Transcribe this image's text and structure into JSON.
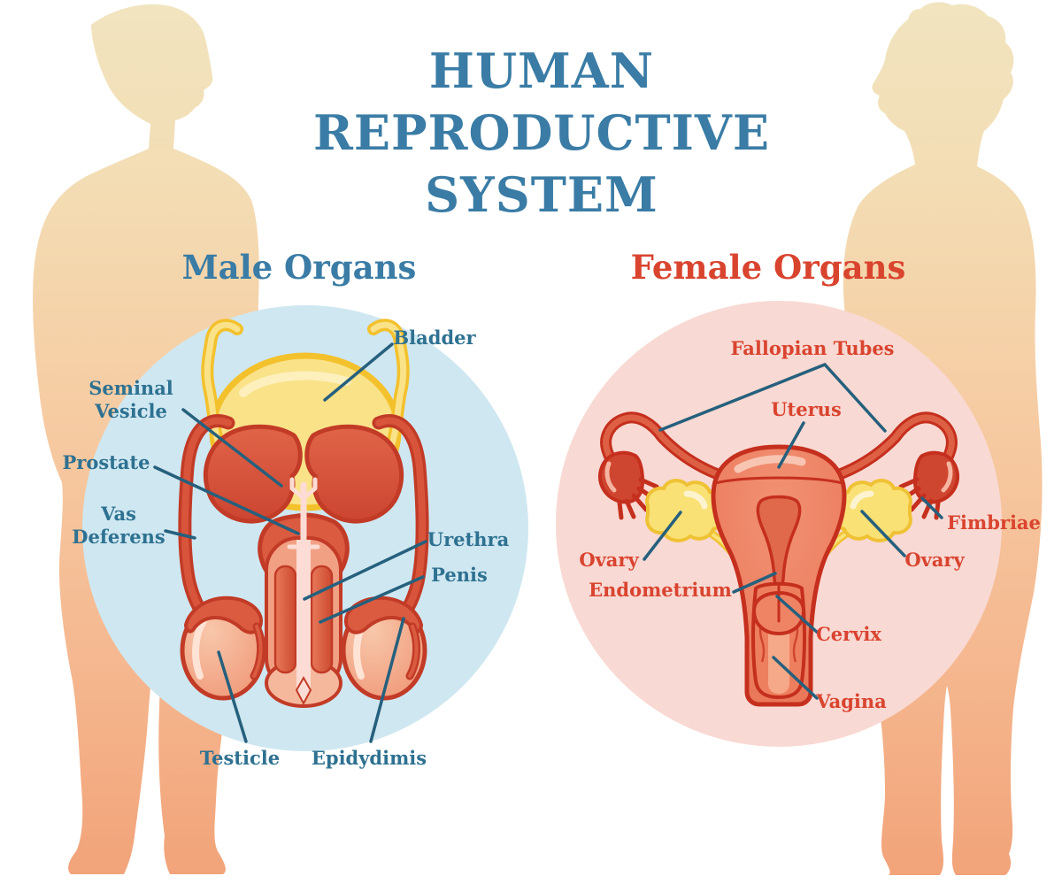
{
  "title": {
    "lines": [
      "HUMAN",
      "REPRODUCTIVE",
      "SYSTEM"
    ]
  },
  "sections": {
    "male": {
      "heading": "Male Organs",
      "labels": {
        "bladder": "Bladder",
        "seminal_vesicle": "Seminal\nVesicle",
        "prostate": "Prostate",
        "vas_deferens": "Vas\nDeferens",
        "urethra": "Urethra",
        "penis": "Penis",
        "testicle": "Testicle",
        "epididymis": "Epidydimis"
      }
    },
    "female": {
      "heading": "Female Organs",
      "labels": {
        "fallopian_tubes": "Fallopian Tubes",
        "uterus": "Uterus",
        "fimbriae": "Fimbriae",
        "ovary_left": "Ovary",
        "ovary_right": "Ovary",
        "endometrium": "Endometrium",
        "cervix": "Cervix",
        "vagina": "Vagina"
      }
    }
  },
  "colors": {
    "title_blue": "#3a7ca5",
    "male_label_blue": "#2e7191",
    "female_label_red": "#d9442f",
    "leader_line": "#26607d",
    "male_circle_bg": "#cfe7f1",
    "female_circle_bg": "#f9d9d3",
    "organ_red_fill": "#d8543a",
    "organ_red_outline": "#c23b27",
    "female_organ_fill": "#ef8465",
    "female_organ_outline": "#c52f1d",
    "bladder_yellow": "#fae289",
    "yellow_outline": "#f3c12c",
    "skin_light": "#f1e4bf",
    "skin_dark": "#f2a379"
  }
}
